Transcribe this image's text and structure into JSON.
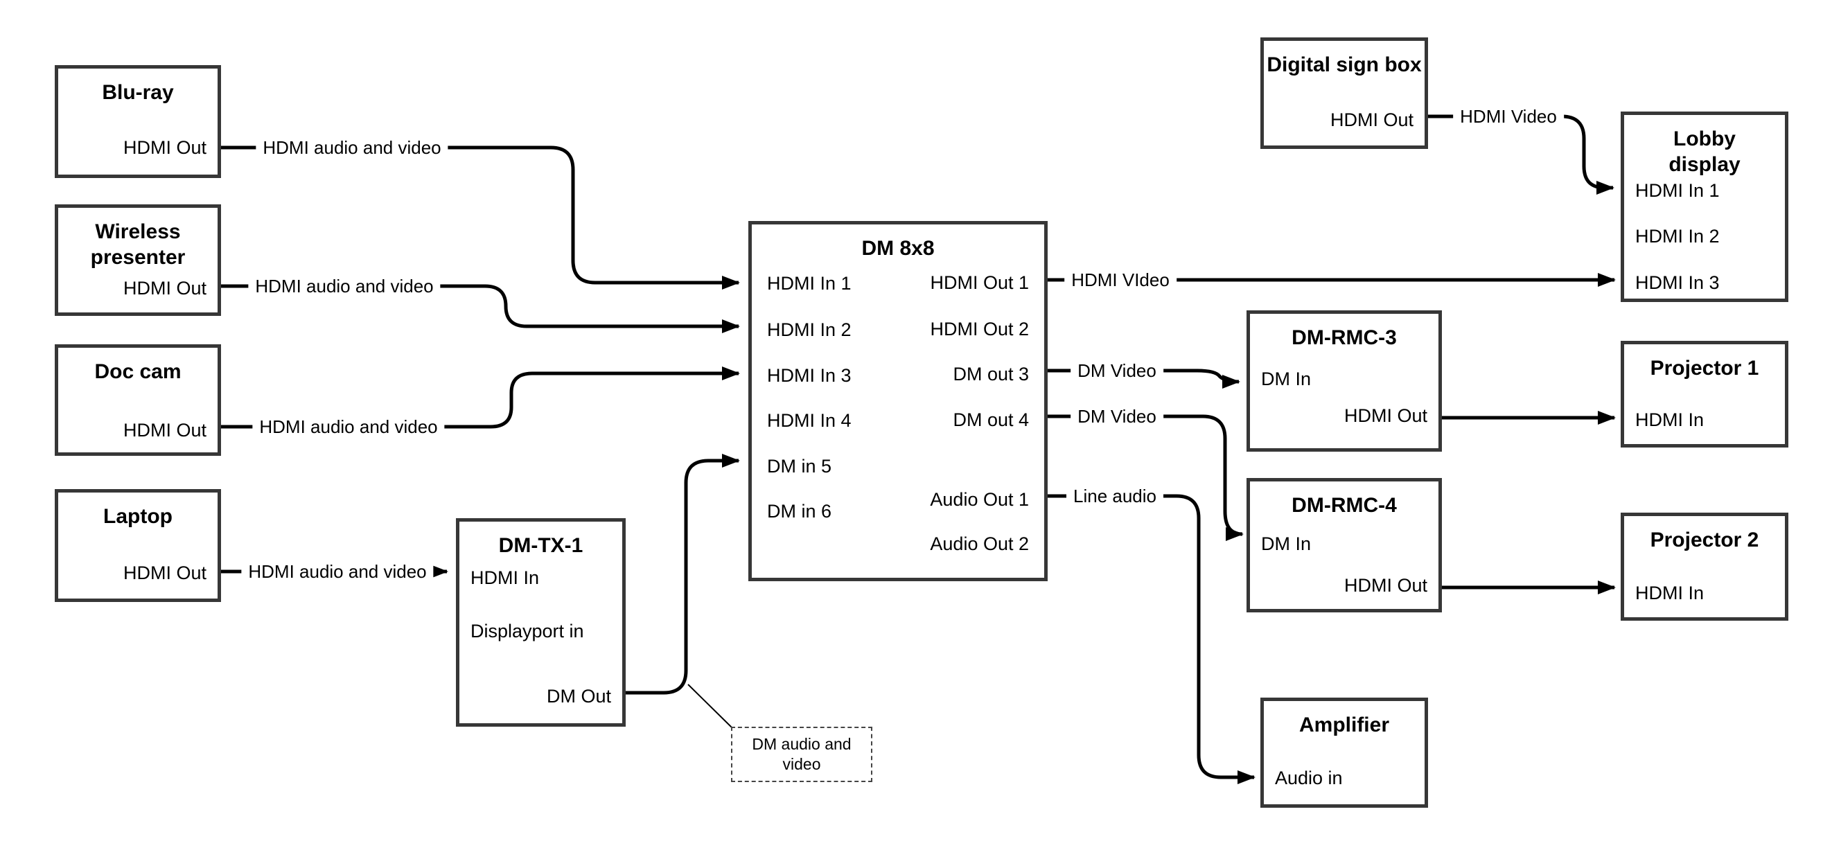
{
  "nodes": {
    "bluray": {
      "title": "Blu-ray",
      "ports": [
        "HDMI Out"
      ]
    },
    "wireless": {
      "title": "Wireless presenter",
      "ports": [
        "HDMI Out"
      ]
    },
    "doccam": {
      "title": "Doc cam",
      "ports": [
        "HDMI Out"
      ]
    },
    "laptop": {
      "title": "Laptop",
      "ports": [
        "HDMI Out"
      ]
    },
    "dmtx1": {
      "title": "DM-TX-1",
      "ports": [
        "HDMI In",
        "Displayport in",
        "DM Out"
      ]
    },
    "dm8x8": {
      "title": "DM 8x8",
      "ports_left": [
        "HDMI In 1",
        "HDMI In 2",
        "HDMI In 3",
        "HDMI In 4",
        "DM in 5",
        "DM in 6"
      ],
      "ports_right": [
        "HDMI Out 1",
        "HDMI Out 2",
        "DM out 3",
        "DM out 4",
        "Audio Out 1",
        "Audio Out 2"
      ]
    },
    "digitalsign": {
      "title": "Digital sign box",
      "ports": [
        "HDMI Out"
      ]
    },
    "lobby": {
      "title": "Lobby display",
      "ports": [
        "HDMI In 1",
        "HDMI In 2",
        "HDMI In 3"
      ]
    },
    "dmrmc3": {
      "title": "DM-RMC-3",
      "ports": [
        "DM In",
        "HDMI Out"
      ]
    },
    "proj1": {
      "title": "Projector 1",
      "ports": [
        "HDMI In"
      ]
    },
    "dmrmc4": {
      "title": "DM-RMC-4",
      "ports": [
        "DM In",
        "HDMI Out"
      ]
    },
    "proj2": {
      "title": "Projector 2",
      "ports": [
        "HDMI In"
      ]
    },
    "amplifier": {
      "title": "Amplifier",
      "ports": [
        "Audio in"
      ]
    }
  },
  "edges": {
    "bluray_to_dm8x8": "HDMI audio and video",
    "wireless_to_dm8x8": "HDMI audio and video",
    "doccam_to_dm8x8": "HDMI audio and video",
    "laptop_to_dmtx1": "HDMI audio and video",
    "digitalsign_to_lobby": "HDMI Video",
    "dm8x8_to_lobby": "HDMI VIdeo",
    "dm8x8_to_dmrmc3": "DM Video",
    "dm8x8_to_dmrmc4": "DM Video",
    "dm8x8_to_amplifier": "Line audio",
    "annotation": "DM audio and video"
  },
  "colors": {
    "line": "#000000",
    "box_border": "#373737",
    "text": "#000000",
    "background": "#ffffff"
  }
}
